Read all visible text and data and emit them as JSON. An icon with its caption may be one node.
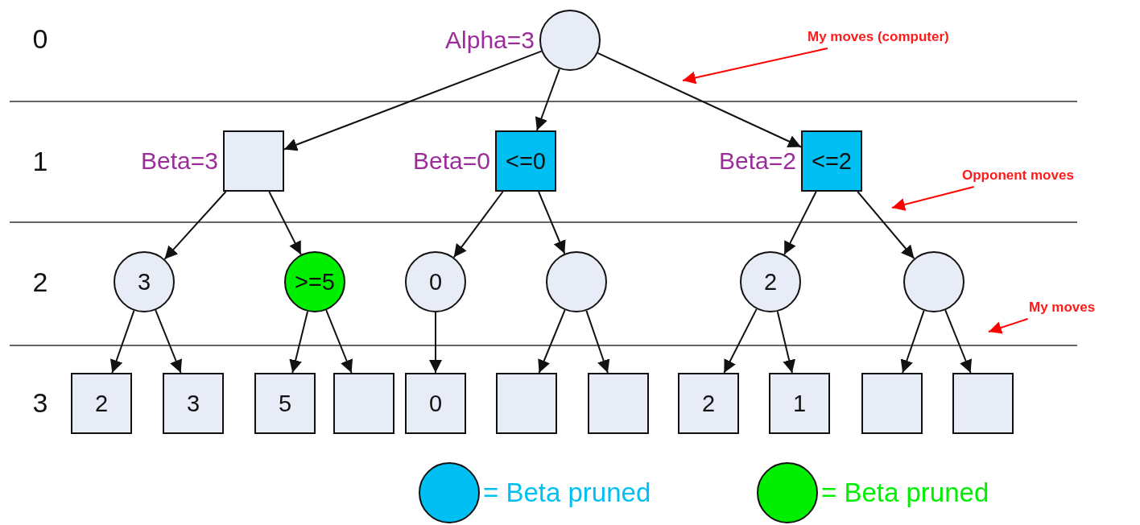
{
  "diagram": {
    "nodes": [
      {
        "text": [],
        "shape": "circle",
        "beside": [
          "Alpha=3"
        ]
      },
      {
        "text": [],
        "shape": "box",
        "beside": [
          "Beta=3"
        ]
      },
      {
        "text": [
          "<=0"
        ],
        "beside": [
          "Beta=0"
        ]
      },
      {
        "text": [
          "<=2"
        ],
        "beside": [
          "Beta=2"
        ]
      },
      {
        "text": [
          "3"
        ]
      },
      {
        "text": [
          ">=5"
        ]
      },
      {
        "text": [
          "0"
        ]
      },
      {
        "text": [],
        "shape": "circle"
      },
      {
        "text": [
          "2"
        ]
      },
      {
        "text": [],
        "shape": "circle"
      },
      {
        "text": [
          "2"
        ]
      },
      {
        "text": [
          "3"
        ]
      },
      {
        "text": [
          "5"
        ]
      },
      {
        "text": [],
        "shape": "box"
      },
      {
        "text": [
          "0"
        ]
      },
      {
        "text": [],
        "shape": "box"
      },
      {
        "text": [],
        "shape": "box"
      },
      {
        "text": [
          "2"
        ]
      },
      {
        "text": [
          "1"
        ]
      },
      {
        "text": [],
        "shape": "box"
      },
      {
        "text": [],
        "shape": "box"
      },
      {
        "text": [
          "My moves (computer)"
        ]
      },
      {
        "text": [
          "Opponent moves"
        ]
      },
      {
        "text": [
          "My moves"
        ]
      }
    ],
    "edges": [
      {
        "from": 0,
        "to": 1,
        "arrow": "to"
      },
      {
        "from": 0,
        "to": 2,
        "arrow": "to"
      },
      {
        "from": 0,
        "to": 3,
        "arrow": "to"
      },
      {
        "from": 1,
        "to": 4,
        "arrow": "to"
      },
      {
        "from": 1,
        "to": 5,
        "arrow": "to"
      },
      {
        "from": 2,
        "to": 6,
        "arrow": "to"
      },
      {
        "from": 2,
        "to": 7,
        "arrow": "to"
      },
      {
        "from": 3,
        "to": 8,
        "arrow": "to"
      },
      {
        "from": 3,
        "to": 9,
        "arrow": "to"
      },
      {
        "from": 4,
        "to": 10,
        "arrow": "to"
      },
      {
        "from": 4,
        "to": 11,
        "arrow": "to"
      },
      {
        "from": 5,
        "to": 12,
        "arrow": "to"
      },
      {
        "from": 5,
        "to": 13,
        "arrow": "to"
      },
      {
        "from": 6,
        "to": 14,
        "arrow": "to"
      },
      {
        "from": 7,
        "to": 15,
        "arrow": "to"
      },
      {
        "from": 7,
        "to": 16,
        "arrow": "to"
      },
      {
        "from": 8,
        "to": 17,
        "arrow": "to"
      },
      {
        "from": 8,
        "to": 18,
        "arrow": "to"
      },
      {
        "from": 9,
        "to": 19,
        "arrow": "to"
      },
      {
        "from": 9,
        "to": 20,
        "arrow": "to"
      },
      {
        "from": 21,
        "to": null,
        "arrow": "to",
        "color": "#ff0000"
      },
      {
        "from": 22,
        "to": null,
        "arrow": "to",
        "color": "#ff0000"
      },
      {
        "from": 23,
        "to": null,
        "arrow": "to",
        "color": "#ff0000"
      }
    ],
    "labels": [
      "0",
      "1",
      "2",
      "3"
    ],
    "legend": [
      {
        "text": "= Beta pruned",
        "color": "#00bff3"
      },
      {
        "text": "= Beta pruned",
        "color": "#00ee00"
      }
    ]
  }
}
